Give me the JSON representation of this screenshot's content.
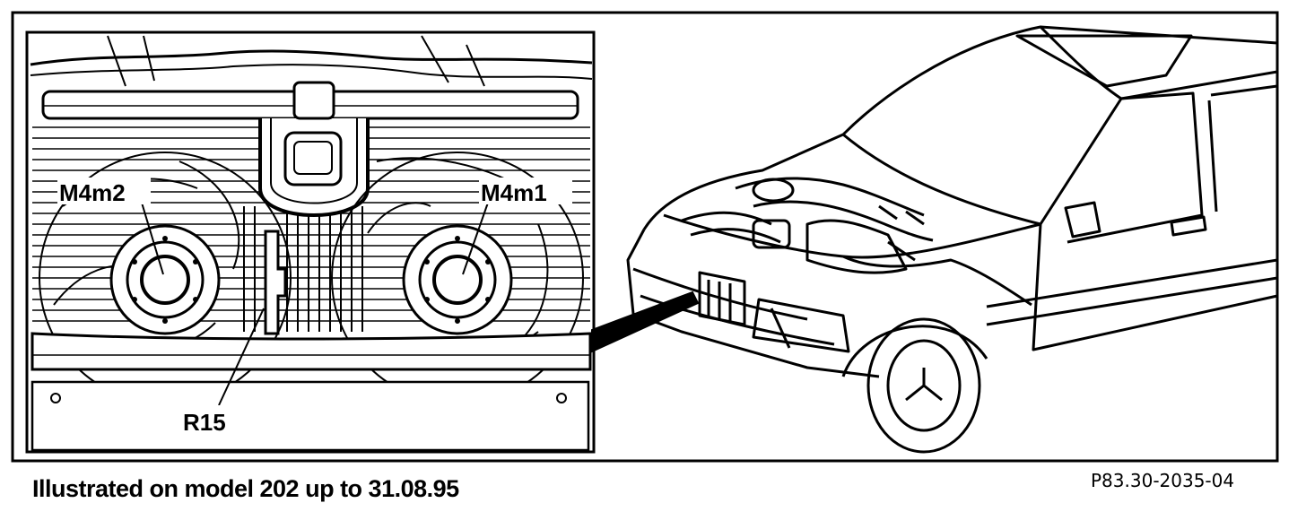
{
  "labels": {
    "fan_left": "M4m2",
    "fan_right": "M4m1",
    "resistor": "R15"
  },
  "caption": "Illustrated on model 202 up to 31.08.95",
  "figure_ref": "P83.30-2035-04",
  "colors": {
    "line": "#000000",
    "background": "#ffffff"
  }
}
